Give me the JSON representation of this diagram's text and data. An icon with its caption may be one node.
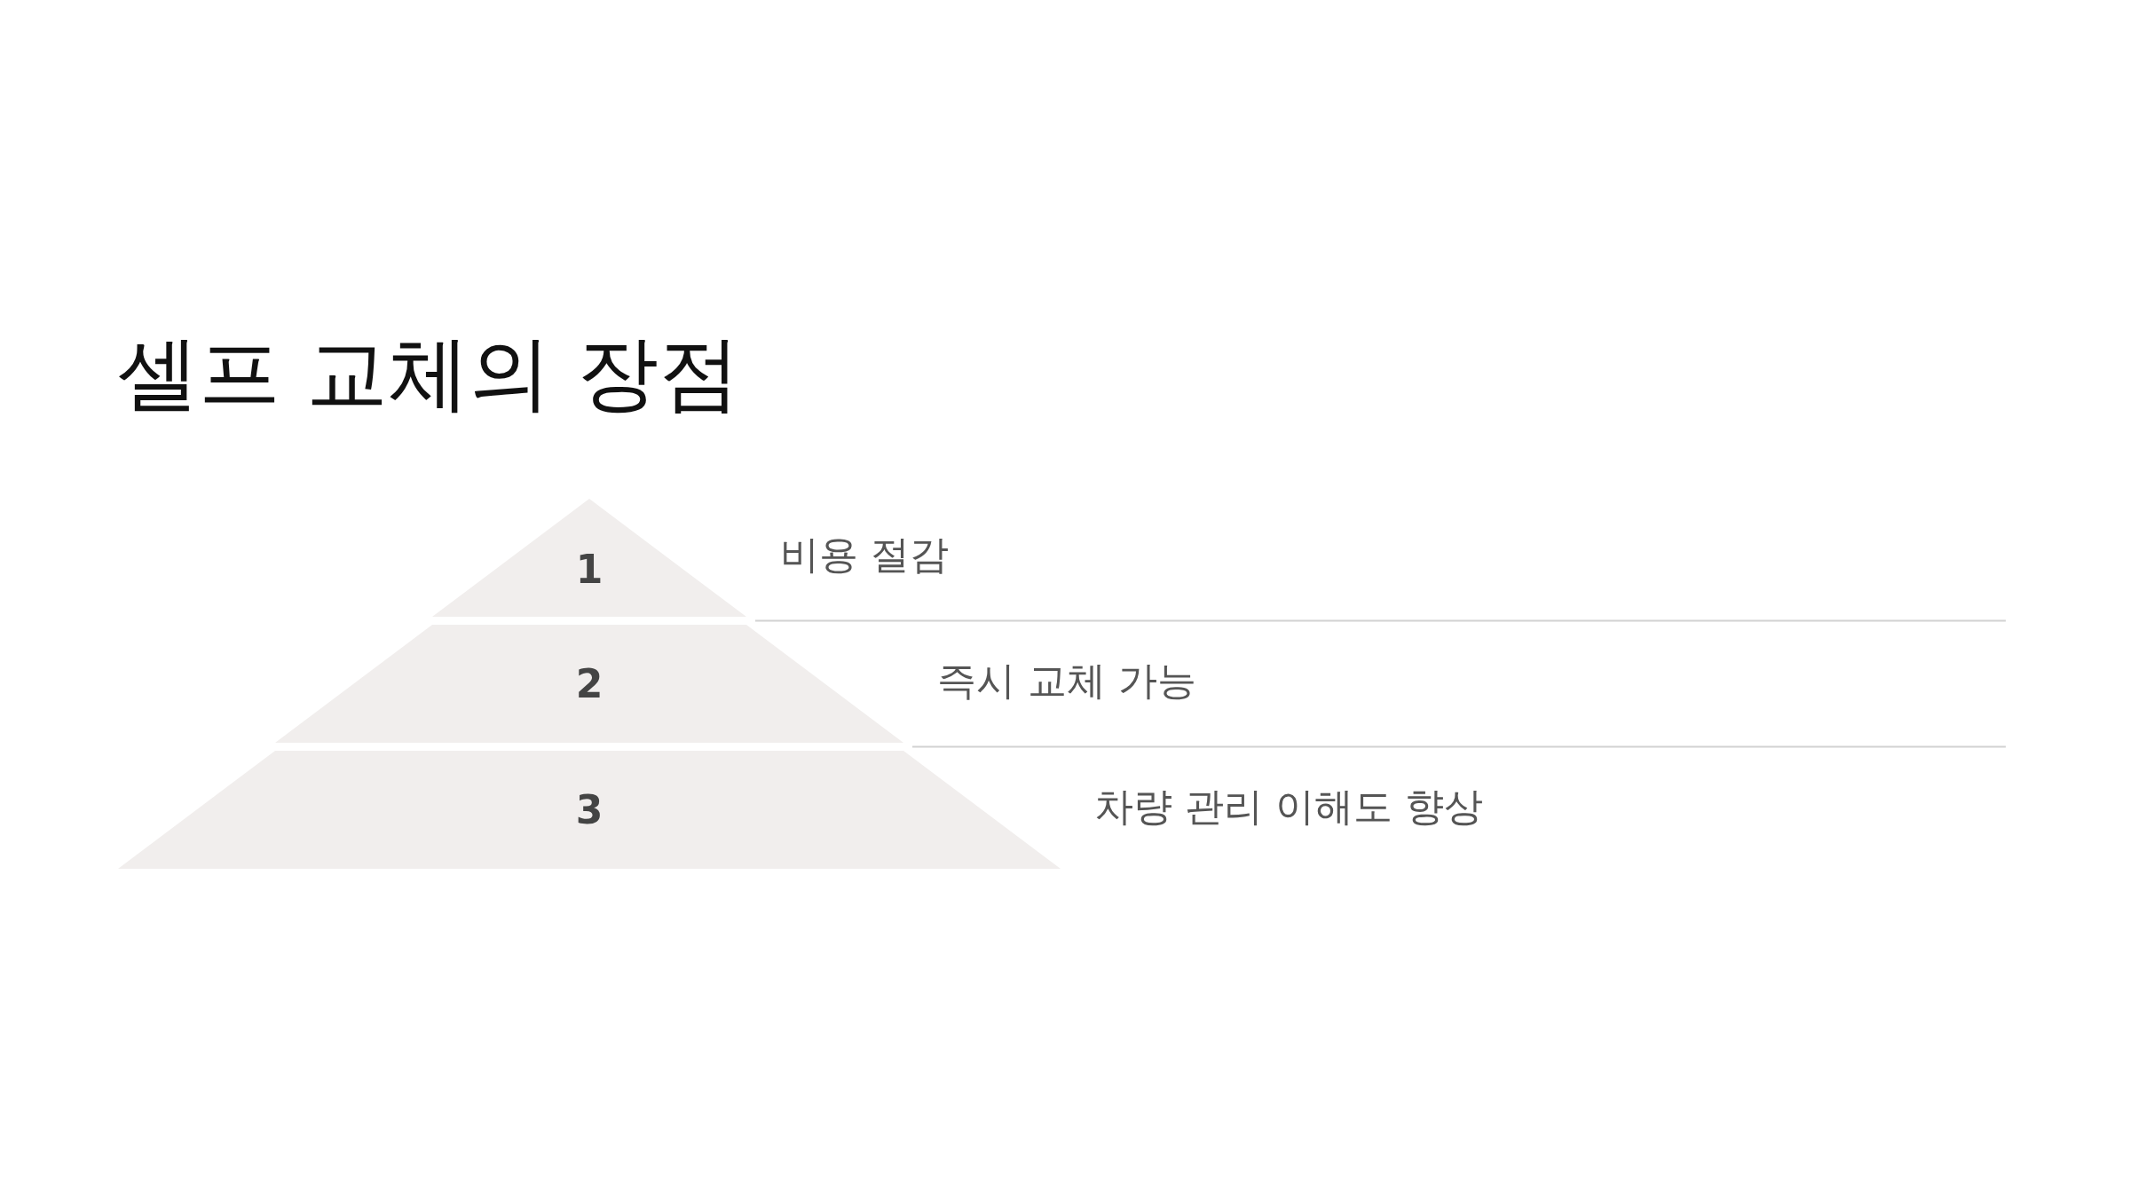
{
  "diagram": {
    "title": "셀프 교체의 장점",
    "nodes": [
      {
        "text": [
          "1"
        ],
        "beside": [
          "비용 절감"
        ]
      },
      {
        "text": [
          "2"
        ],
        "beside": [
          "즉시 교체 가능"
        ]
      },
      {
        "text": [
          "3"
        ],
        "beside": [
          "차량 관리 이해도 향상"
        ]
      }
    ]
  }
}
